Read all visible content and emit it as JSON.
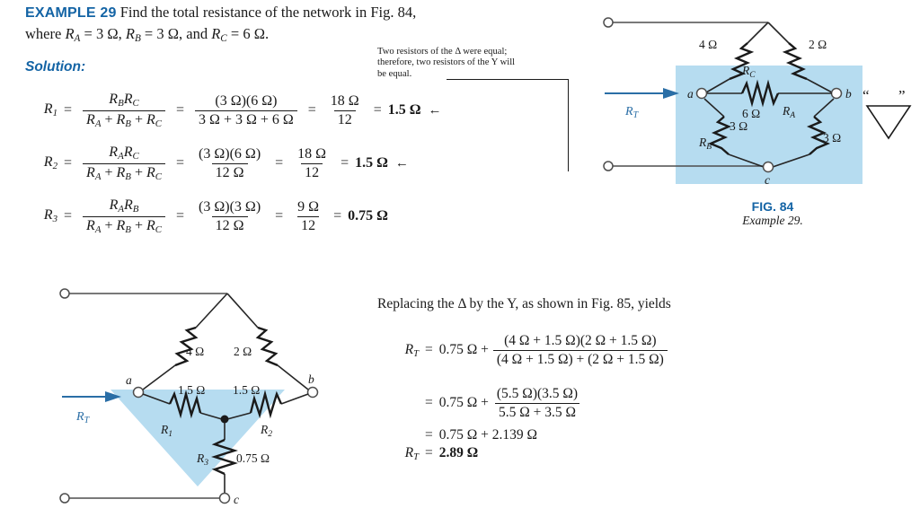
{
  "example": {
    "tag": "EXAMPLE",
    "number": "29",
    "prompt_part1": "Find the total resistance of the network in Fig. 84,",
    "prompt_part2_pre": "where ",
    "ra": "R",
    "ra_sub": "A",
    "ra_val": " = 3 Ω, ",
    "rb": "R",
    "rb_sub": "B",
    "rb_val": " = 3 Ω, and ",
    "rc": "R",
    "rc_sub": "C",
    "rc_val": " = 6 Ω.",
    "solution_label": "Solution:"
  },
  "note": {
    "line1": "Two resistors of the Δ were equal;",
    "line2": "therefore, two resistors of the Y will",
    "line3": "be equal."
  },
  "equations": [
    {
      "lhs": "R",
      "lhs_sub": "1",
      "num1_a": "R",
      "num1_a_sub": "B",
      "num1_b": "R",
      "num1_b_sub": "C",
      "den1": "R_A + R_B + R_C",
      "num2": "(3 Ω)(6 Ω)",
      "den2": "3 Ω + 3 Ω + 6 Ω",
      "num3": "18 Ω",
      "den3": "12",
      "result": "1.5 Ω",
      "has_arrow": true
    },
    {
      "lhs": "R",
      "lhs_sub": "2",
      "num1_a": "R",
      "num1_a_sub": "A",
      "num1_b": "R",
      "num1_b_sub": "C",
      "den1": "R_A + R_B + R_C",
      "num2": "(3 Ω)(6 Ω)",
      "den2": "12 Ω",
      "num3": "18 Ω",
      "den3": "12",
      "result": "1.5 Ω",
      "has_arrow": true
    },
    {
      "lhs": "R",
      "lhs_sub": "3",
      "num1_a": "R",
      "num1_a_sub": "A",
      "num1_b": "R",
      "num1_b_sub": "B",
      "den1": "R_A + R_B + R_C",
      "num2": "(3 Ω)(3 Ω)",
      "den2": "12 Ω",
      "num3": "9 Ω",
      "den3": "12",
      "result": "0.75 Ω",
      "has_arrow": false
    }
  ],
  "fig84": {
    "caption_number": "FIG. 84",
    "caption_text": "Example 29.",
    "rt_label": "R",
    "rt_sub": "T",
    "nodes": {
      "a": "a",
      "b": "b",
      "c": "c"
    },
    "resistors": [
      {
        "name": "top-left",
        "value": "4 Ω"
      },
      {
        "name": "top-right",
        "value": "2 Ω"
      },
      {
        "name": "rc",
        "label": "R",
        "label_sub": "C",
        "value": "6 Ω"
      },
      {
        "name": "rb",
        "label": "R",
        "label_sub": "B",
        "value": "3 Ω"
      },
      {
        "name": "ra",
        "label": "R",
        "label_sub": "A",
        "value": "3 Ω"
      }
    ],
    "delta_symbol_quotes_open": "“",
    "delta_symbol_quotes_close": "”"
  },
  "fig85": {
    "rt_label": "R",
    "rt_sub": "T",
    "nodes": {
      "a": "a",
      "b": "b",
      "c": "c"
    },
    "resistors": [
      {
        "name": "top-left",
        "value": "4 Ω"
      },
      {
        "name": "top-right",
        "value": "2 Ω"
      },
      {
        "name": "r1",
        "label": "R",
        "label_sub": "1",
        "value": "1.5 Ω"
      },
      {
        "name": "r2",
        "label": "R",
        "label_sub": "2",
        "value": "1.5 Ω"
      },
      {
        "name": "r3",
        "label": "R",
        "label_sub": "3",
        "value": "0.75 Ω"
      }
    ]
  },
  "replacing": {
    "text": "Replacing the Δ by the Y, as shown in Fig. 85, yields"
  },
  "rt_calc": {
    "lhs": "R",
    "lhs_sub": "T",
    "line1_prefix": "0.75 Ω +",
    "line1_num": "(4 Ω + 1.5 Ω)(2 Ω + 1.5 Ω)",
    "line1_den": "(4 Ω + 1.5 Ω) + (2 Ω + 1.5 Ω)",
    "line2_prefix": "0.75 Ω +",
    "line2_num": "(5.5 Ω)(3.5 Ω)",
    "line2_den": "5.5 Ω + 3.5 Ω",
    "line3": "0.75 Ω + 2.139 Ω",
    "line4_result": "2.89 Ω"
  },
  "colors": {
    "accent_blue": "#1464a5",
    "rt_blue": "#2a6ea6",
    "highlight": "#b6dcf0",
    "wire": "#4d4d4d",
    "ink": "#1a1a1a"
  }
}
